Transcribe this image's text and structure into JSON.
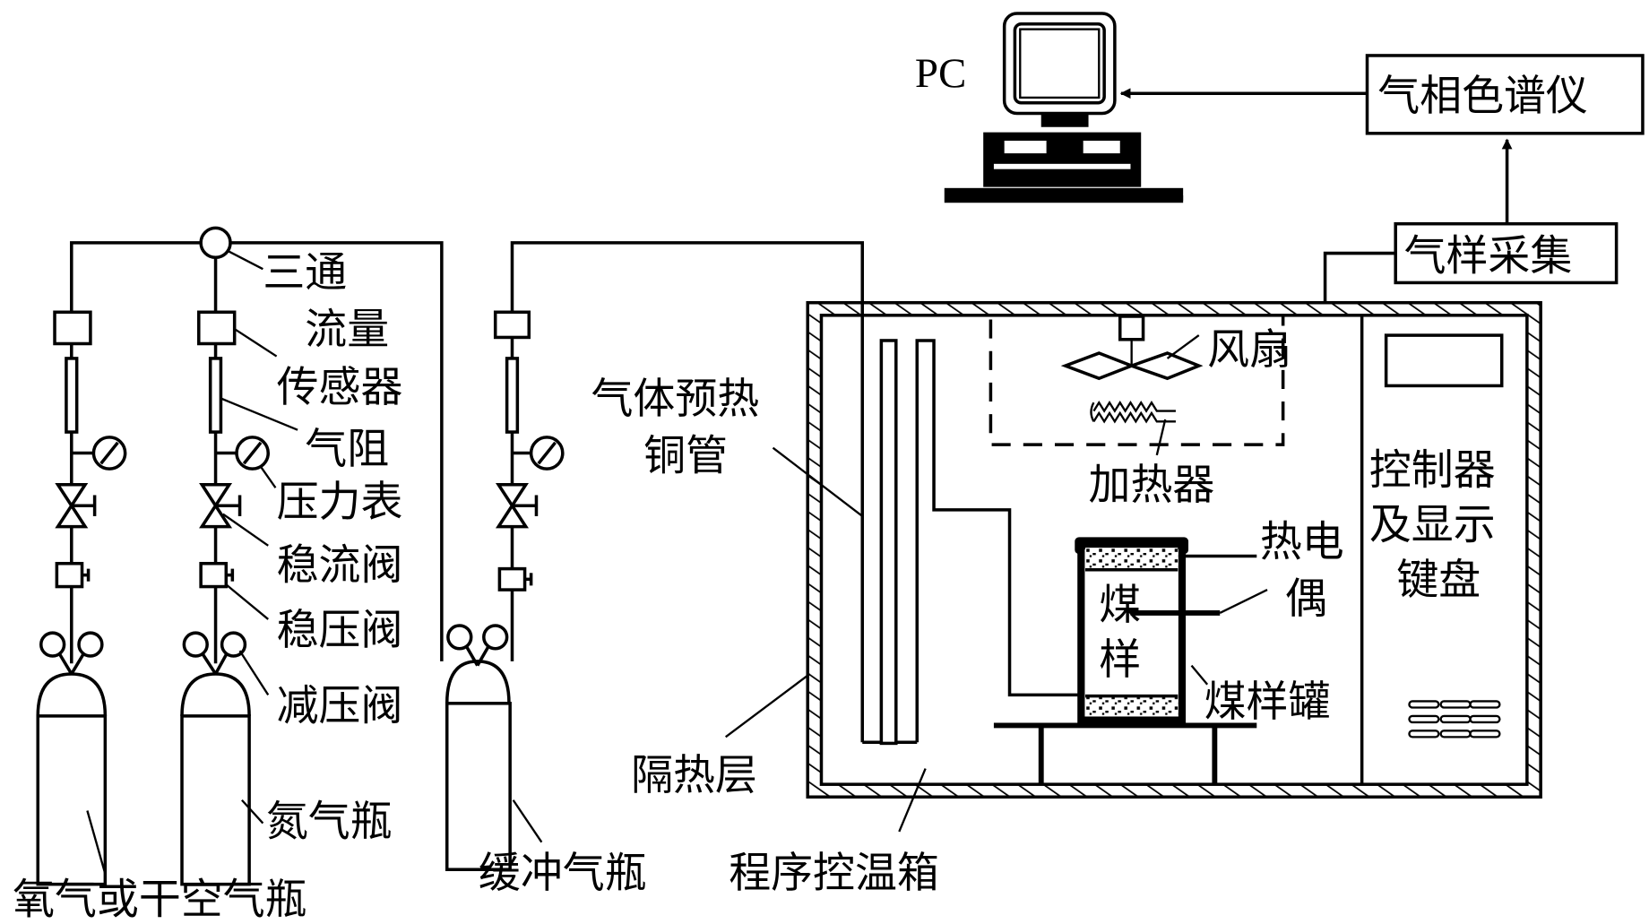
{
  "diagram": {
    "title": "Coal spontaneous combustion programmed temperature test apparatus",
    "labels": {
      "pc": "PC",
      "gas_chromatograph": "气相色谱仪",
      "gas_sampling": "气样采集",
      "tee": "三通",
      "flow_sensor_1": "流量",
      "flow_sensor_2": "传感器",
      "gas_resistor": "气阻",
      "pressure_gauge": "压力表",
      "flow_stabilizer_valve": "稳流阀",
      "pressure_stabilizer_valve": "稳压阀",
      "pressure_reducing_valve": "减压阀",
      "nitrogen_cylinder": "氮气瓶",
      "oxygen_cylinder": "氧气或干空气瓶",
      "buffer_cylinder": "缓冲气瓶",
      "preheat_pipe_1": "气体预热",
      "preheat_pipe_2": "铜管",
      "fan": "风扇",
      "heater": "加热器",
      "thermocouple_1": "热电",
      "thermocouple_2": "偶",
      "coal_sample_1": "煤",
      "coal_sample_2": "样",
      "coal_sample_tank": "煤样罐",
      "insulation_layer": "隔热层",
      "oven": "程序控温箱",
      "controller_1": "控制器",
      "controller_2": "及显示",
      "controller_3": "键盘"
    }
  }
}
